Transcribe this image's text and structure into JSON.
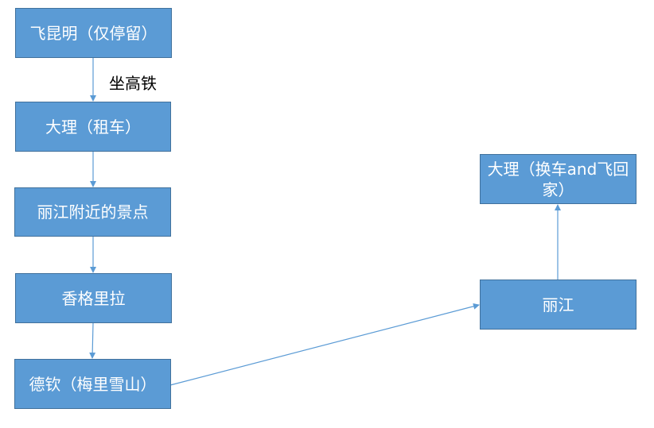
{
  "colors": {
    "node_fill": "#5b9bd5",
    "node_border": "#41719c",
    "node_text": "#ffffff",
    "edge": "#5b9bd5",
    "label_text": "#000000"
  },
  "nodes": {
    "kunming": "飞昆明（仅停留）",
    "dali_rent": "大理（租车）",
    "lijiang_sights": "丽江附近的景点",
    "shangrila": "香格里拉",
    "deqin": "德钦（梅里雪山）",
    "lijiang": "丽江",
    "dali_return": "大理（换车and飞回家）"
  },
  "edge_labels": {
    "kunming_to_dali": "坐高铁"
  },
  "edges": [
    {
      "from": "kunming",
      "to": "dali_rent",
      "label": "坐高铁"
    },
    {
      "from": "dali_rent",
      "to": "lijiang_sights"
    },
    {
      "from": "lijiang_sights",
      "to": "shangrila"
    },
    {
      "from": "shangrila",
      "to": "deqin"
    },
    {
      "from": "deqin",
      "to": "lijiang"
    },
    {
      "from": "lijiang",
      "to": "dali_return"
    }
  ]
}
